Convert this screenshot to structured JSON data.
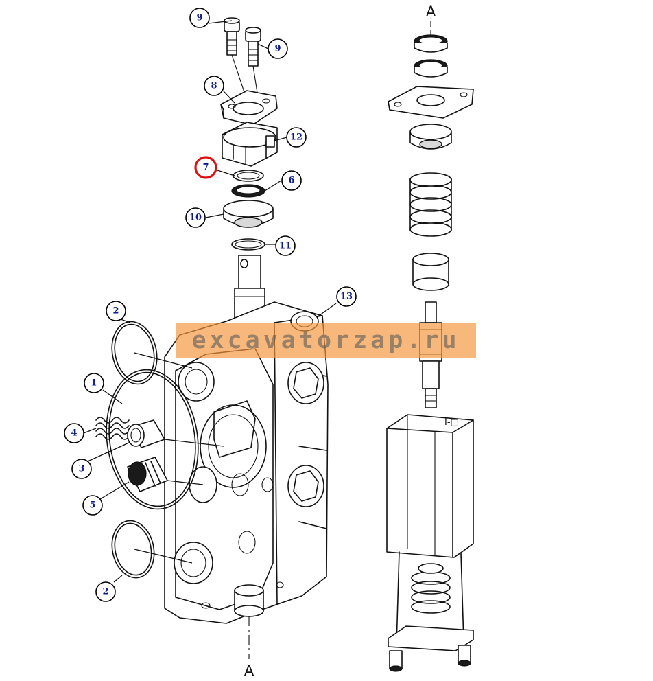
{
  "section_labels": {
    "top": "A",
    "bottom": "A"
  },
  "watermark": "excavatorzap.ru",
  "body_marking": "I-□",
  "highlight_color": "#e01010",
  "callout_text_color": "#0d1a8c",
  "callouts": [
    {
      "id": "c9a",
      "label": "9"
    },
    {
      "id": "c9b",
      "label": "9"
    },
    {
      "id": "c8",
      "label": "8"
    },
    {
      "id": "c12",
      "label": "12"
    },
    {
      "id": "c7",
      "label": "7",
      "highlighted": true
    },
    {
      "id": "c6",
      "label": "6"
    },
    {
      "id": "c10",
      "label": "10"
    },
    {
      "id": "c11",
      "label": "11"
    },
    {
      "id": "c13",
      "label": "13"
    },
    {
      "id": "c2a",
      "label": "2"
    },
    {
      "id": "c1",
      "label": "1"
    },
    {
      "id": "c4",
      "label": "4"
    },
    {
      "id": "c3",
      "label": "3"
    },
    {
      "id": "c5",
      "label": "5"
    },
    {
      "id": "c2b",
      "label": "2"
    }
  ]
}
